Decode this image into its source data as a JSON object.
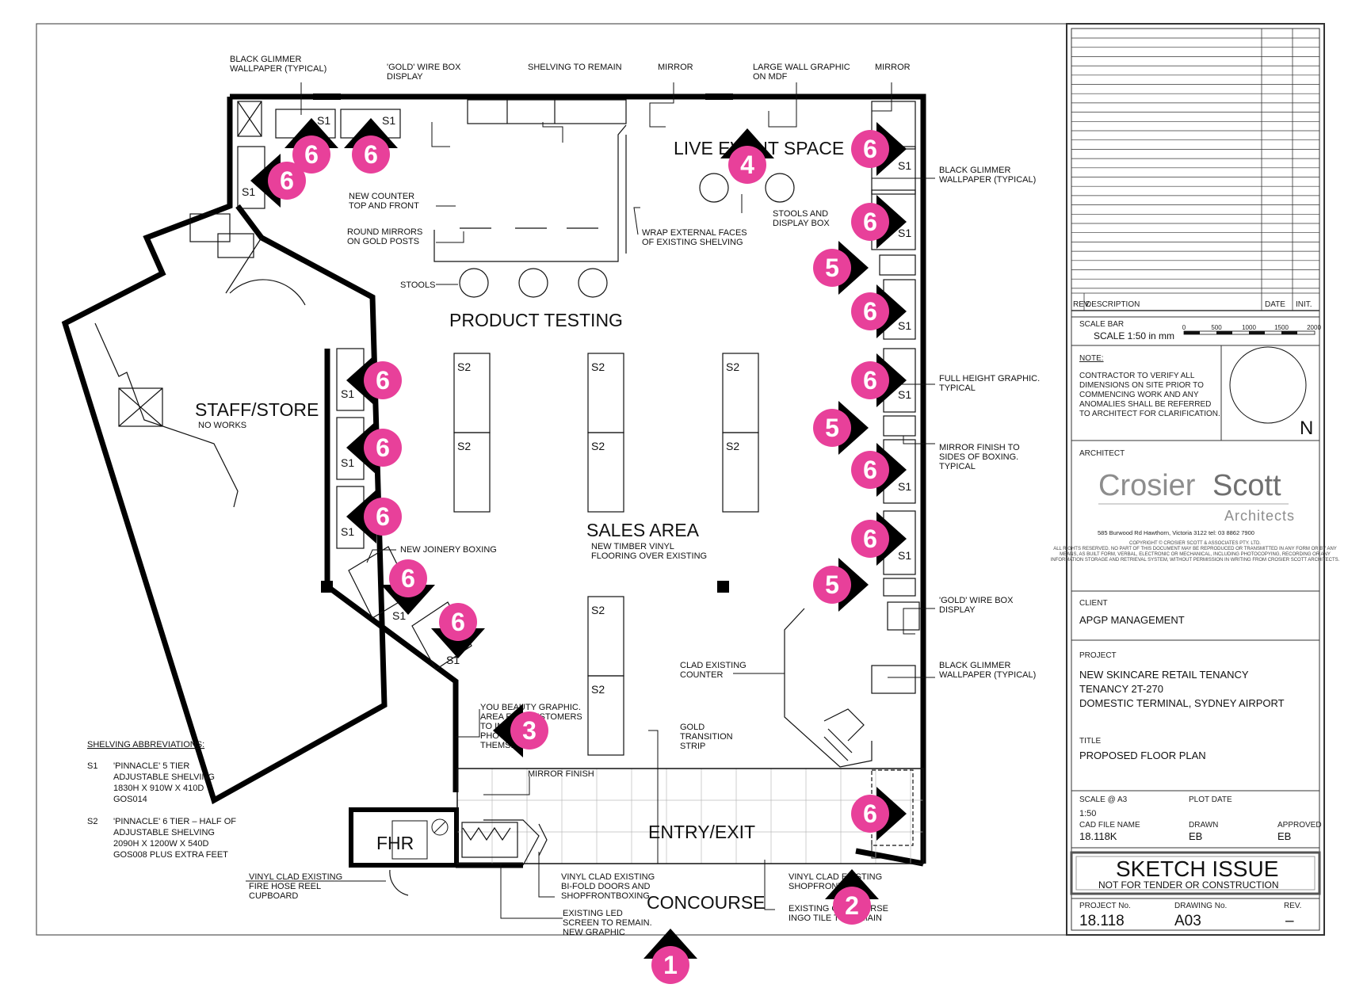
{
  "labels": {
    "black_glimmer_1": [
      "BLACK GLIMMER",
      "WALLPAPER (TYPICAL)"
    ],
    "gold_wire_box_1": [
      "'GOLD' WIRE BOX",
      "DISPLAY"
    ],
    "shelving_to_remain": [
      "SHELVING TO REMAIN"
    ],
    "mirror_1": [
      "MIRROR"
    ],
    "large_wall_graphic": [
      "LARGE WALL GRAPHIC",
      "ON MDF"
    ],
    "mirror_2": [
      "MIRROR"
    ],
    "black_glimmer_2": [
      "BLACK GLIMMER",
      "WALLPAPER (TYPICAL)"
    ],
    "new_counter": [
      "NEW COUNTER",
      "TOP AND FRONT"
    ],
    "round_mirrors": [
      "ROUND MIRRORS",
      "ON GOLD POSTS"
    ],
    "wrap_external": [
      "WRAP EXTERNAL FACES",
      "OF EXISTING SHELVING"
    ],
    "stools_display": [
      "STOOLS AND",
      "DISPLAY BOX"
    ],
    "stools": [
      "STOOLS"
    ],
    "full_height": [
      "FULL HEIGHT GRAPHIC.",
      "TYPICAL"
    ],
    "mirror_finish_boxing": [
      "MIRROR FINISH TO",
      "SIDES OF BOXING.",
      "TYPICAL"
    ],
    "new_joinery": [
      "NEW JOINERY BOXING"
    ],
    "flooring": [
      "NEW TIMBER VINYL",
      "FLOORING OVER EXISTING"
    ],
    "gold_wire_box_2": [
      "'GOLD' WIRE BOX",
      "DISPLAY"
    ],
    "clad_counter": [
      "CLAD EXISTING",
      "COUNTER"
    ],
    "black_glimmer_3": [
      "BLACK GLIMMER",
      "WALLPAPER (TYPICAL)"
    ],
    "you_beauty": [
      "YOU BEAUTY GRAPHIC.",
      "AREA FOR CUSTOMERS",
      "TO INSTAGRAM",
      "PHOTOS OF",
      "THEMSELVES"
    ],
    "gold_transition": [
      "GOLD",
      "TRANSITION",
      "STRIP"
    ],
    "mirror_finish": [
      "MIRROR FINISH"
    ],
    "shelving_abbrev_title": "SHELVING ABBREVIATIONS:",
    "s1_code": "S1",
    "s1_desc": [
      "'PINNACLE' 5 TIER",
      "ADJUSTABLE SHELVING",
      "1830H X 910W X 410D",
      "GOS014"
    ],
    "s2_code": "S2",
    "s2_desc": [
      "'PINNACLE' 6 TIER – HALF OF",
      "ADJUSTABLE SHELVING",
      "2090H X 1200W X 540D",
      "GOS008 PLUS EXTRA FEET"
    ],
    "vinyl_fire": [
      "VINYL CLAD EXISTING",
      "FIRE HOSE REEL",
      "CUPBOARD"
    ],
    "vinyl_bifold": [
      "VINYL CLAD EXISTING",
      "BI-FOLD DOORS AND",
      "SHOPFRONTBOXING"
    ],
    "led_screen": [
      "EXISTING LED",
      "SCREEN TO REMAIN.",
      "NEW GRAPHIC"
    ],
    "vinyl_shopfront": [
      "VINYL CLAD EXISTING",
      "SHOPFRONT"
    ],
    "existing_tile": [
      "EXISTING CONCOURSE",
      "INGO TILE TO REMAIN"
    ]
  },
  "rooms": {
    "live_event": "LIVE EVENT SPACE",
    "product_testing": "PRODUCT TESTING",
    "staff_store": "STAFF/STORE",
    "no_works": "NO WORKS",
    "sales_area": "SALES AREA",
    "entry_exit": "ENTRY/EXIT",
    "concourse": "CONCOURSE",
    "fhr": "FHR"
  },
  "shelves": {
    "s1": "S1",
    "s2": "S2"
  },
  "markers": {
    "m1": "1",
    "m2": "2",
    "m3": "3",
    "m4": "4",
    "m5": "5",
    "m6": "6"
  },
  "title_block": {
    "rev": "REV.",
    "description": "DESCRIPTION",
    "date": "DATE",
    "init": "INIT.",
    "scale_bar": "SCALE BAR",
    "scale_in_mm": "SCALE 1:50 in mm",
    "scale_ticks": [
      "0",
      "500",
      "1000",
      "1500",
      "2000"
    ],
    "note_title": "NOTE:",
    "note_lines": [
      "CONTRACTOR TO VERIFY ALL",
      "DIMENSIONS ON SITE PRIOR TO",
      "COMMENCING WORK AND ANY",
      "ANOMALIES SHALL BE REFERRED",
      "TO ARCHITECT FOR CLARIFICATION."
    ],
    "north": "N",
    "architect_label": "ARCHITECT",
    "firm_part1": "Crosier",
    "firm_part2": "Scott",
    "firm_sub": "Architects",
    "firm_address": "585 Burwood Rd Hawthorn, Victoria 3122   tel: 03 8862 7900",
    "copyright_lines": [
      "COPYRIGHT © CROSIER SCOTT & ASSOCIATES PTY. LTD.",
      "ALL RIGHTS RESERVED. NO PART OF THIS DOCUMENT MAY BE REPRODUCED OR TRANSMITTED IN ANY FORM OR BY ANY",
      "MEANS, AS BUILT FORM, VERBAL, ELECTRONIC OR MECHANICAL, INCLUDING PHOTOCOPYING, RECORDING OR ANY",
      "INFORMATION STORAGE AND RETRIEVAL SYSTEM, WITHOUT PERMISSION IN WRITING FROM CROSIER SCOTT ARCHITECTS."
    ],
    "client_label": "CLIENT",
    "client": "APGP MANAGEMENT",
    "project_label": "PROJECT",
    "project_lines": [
      "NEW SKINCARE RETAIL TENANCY",
      "TENANCY 2T-270",
      "DOMESTIC TERMINAL, SYDNEY AIRPORT"
    ],
    "title_label": "TITLE",
    "title": "PROPOSED FLOOR PLAN",
    "scale_label": "SCALE   @  A3",
    "scale_value": "1:50",
    "plot_date_label": "PLOT DATE",
    "cad_label": "CAD FILE NAME",
    "cad_value": "18.118K",
    "drawn_label": "DRAWN",
    "drawn_value": "EB",
    "approved_label": "APPROVED",
    "approved_value": "EB",
    "sketch_issue": "SKETCH ISSUE",
    "not_for_tender": "NOT FOR TENDER OR CONSTRUCTION",
    "project_no_label": "PROJECT No.",
    "project_no": "18.118",
    "drawing_no_label": "DRAWING No.",
    "drawing_no": "A03",
    "rev_label": "REV.",
    "rev_value": "–"
  },
  "colors": {
    "marker": "#e8409a",
    "line": "#111111",
    "logo_grey": "#8d8d8d"
  }
}
